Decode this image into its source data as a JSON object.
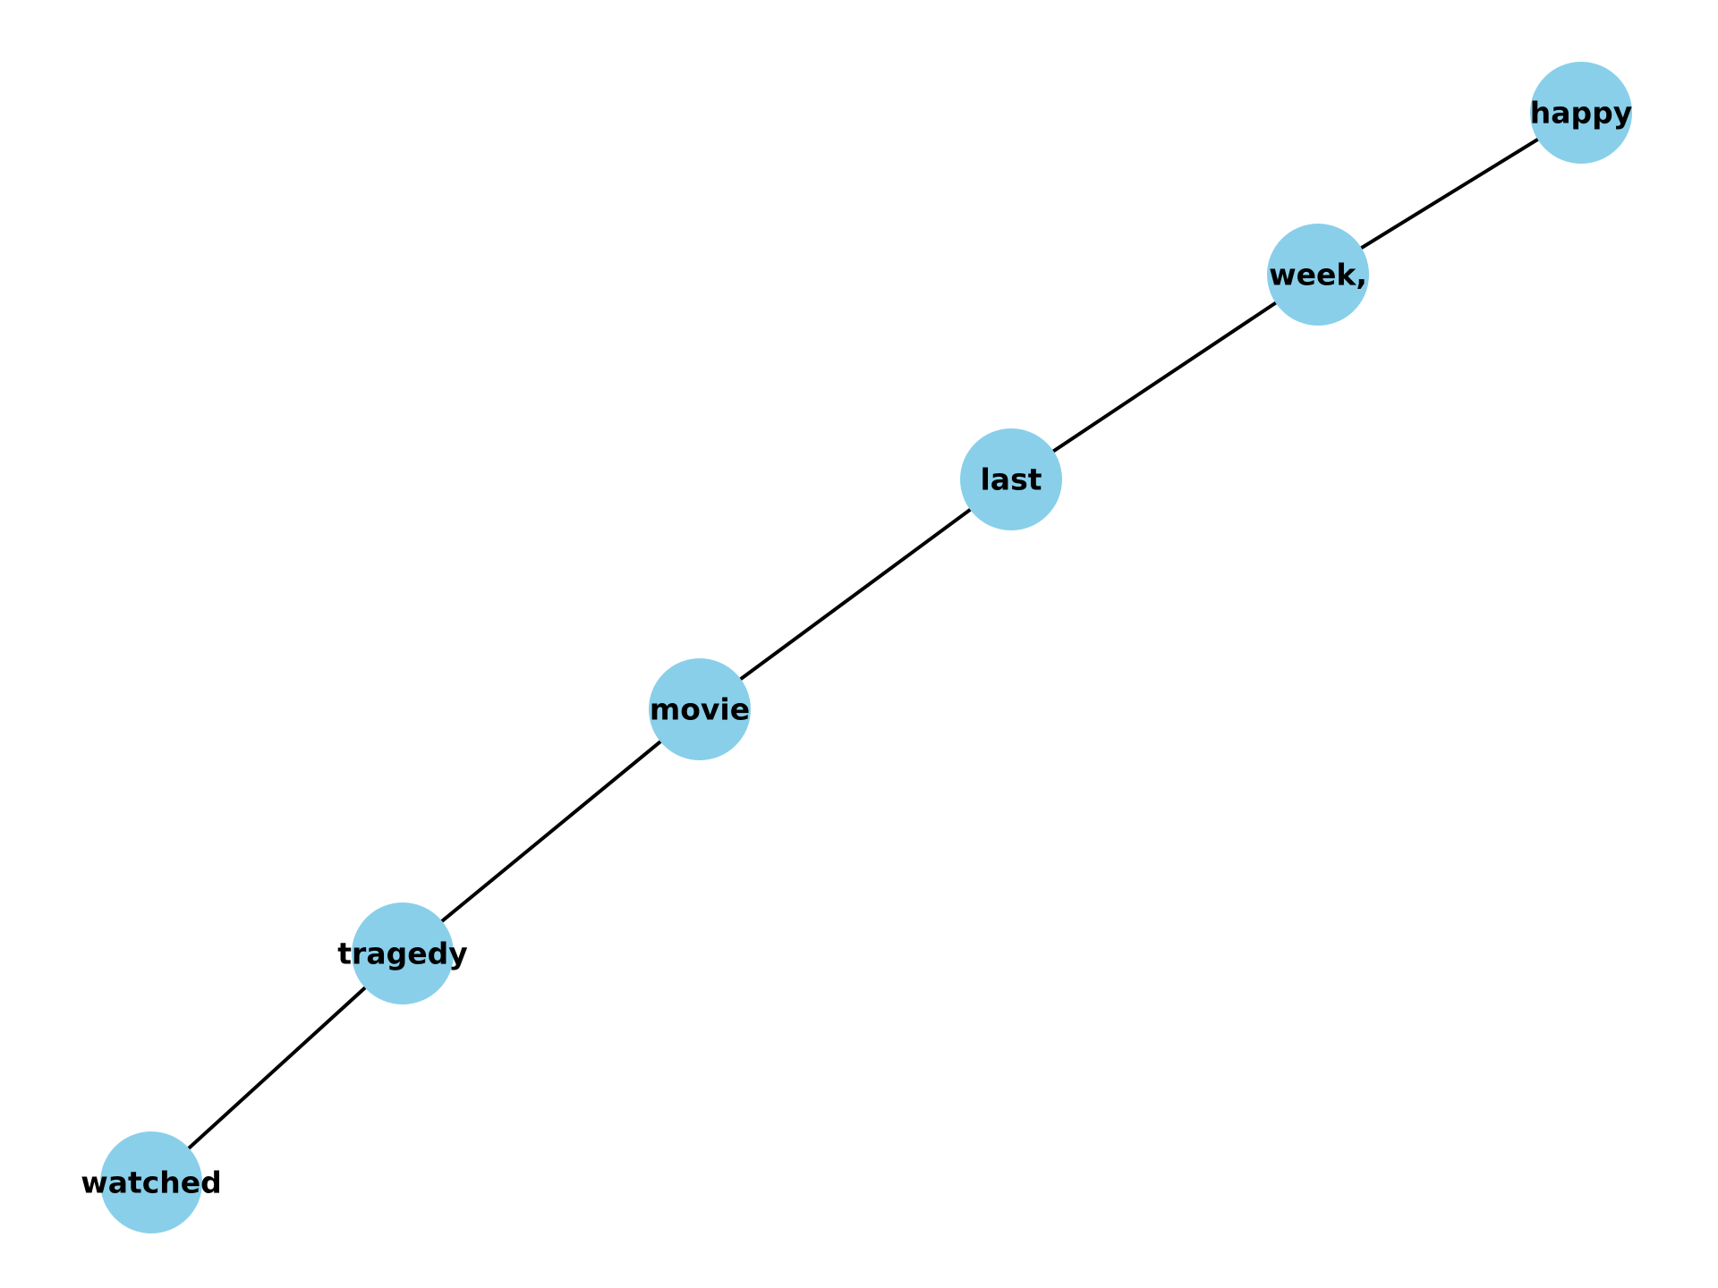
{
  "diagram": {
    "type": "word-graph",
    "node_color": "#89CFEA",
    "edge_color": "#000000",
    "label_color": "#000000",
    "nodes": [
      {
        "id": "watched",
        "label": "watched"
      },
      {
        "id": "tragedy",
        "label": "tragedy"
      },
      {
        "id": "movie",
        "label": "movie"
      },
      {
        "id": "last",
        "label": "last"
      },
      {
        "id": "week",
        "label": "week,"
      },
      {
        "id": "happy",
        "label": "happy"
      }
    ],
    "edges": [
      {
        "source": "watched",
        "target": "tragedy"
      },
      {
        "source": "tragedy",
        "target": "movie"
      },
      {
        "source": "movie",
        "target": "last"
      },
      {
        "source": "last",
        "target": "week"
      },
      {
        "source": "week",
        "target": "happy"
      }
    ]
  }
}
